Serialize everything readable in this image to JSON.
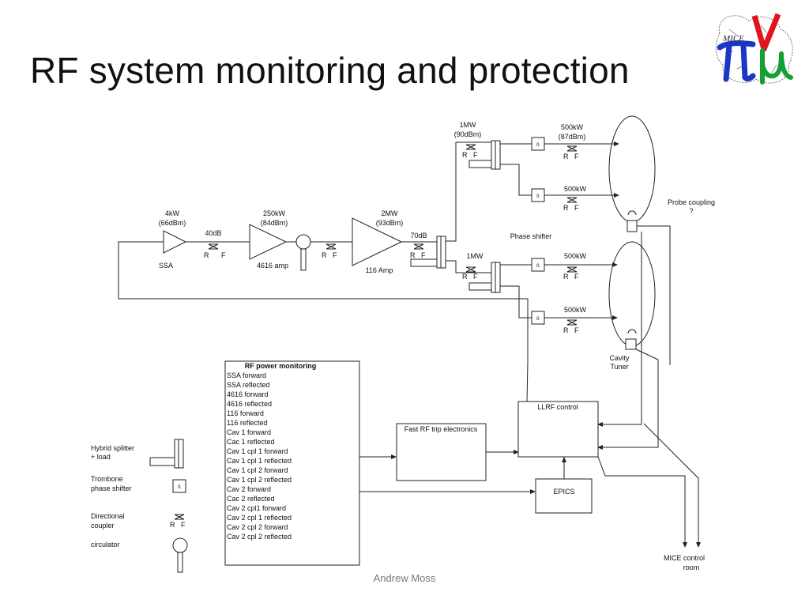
{
  "title": "RF system monitoring and protection",
  "footer": "Andrew Moss",
  "logo": {
    "text": "MICE",
    "colors": {
      "nu": "#e0141c",
      "mu": "#13a034",
      "pi": "#1a37c4"
    }
  },
  "diagram": {
    "chain": {
      "ssa_power": "4kW",
      "ssa_dbm": "(66dBm)",
      "ssa_label": "SSA",
      "atten1": "40dB",
      "amp4616_power": "250kW",
      "amp4616_dbm": "(84dBm)",
      "amp4616_label": "4616 amp",
      "amp116_power": "2MW",
      "amp116_dbm": "(93dBm)",
      "amp116_label": "116 Amp",
      "atten2": "70dB",
      "coupler_r": "R",
      "coupler_f": "F",
      "upper_branch_power": "1MW",
      "upper_branch_dbm": "(90dBm)",
      "lower_branch_power": "1MW",
      "cav1_top_power": "500kW",
      "cav1_top_dbm": "(87dBm)",
      "cav1_bottom_power": "500kW",
      "cav2_top_power": "500kW",
      "cav2_bottom_power": "500kW",
      "phase_shifter": "Phase shifter",
      "probe_coupling": "Probe coupling",
      "probe_q": "?",
      "cavity_tuner_1": "Cavity",
      "cavity_tuner_2": "Tuner"
    },
    "monitoring": {
      "title": "RF power monitoring",
      "items": [
        "SSA forward",
        "SSA reflected",
        "4616 forward",
        "4616 reflected",
        "116 forward",
        "116 reflected",
        "Cav 1 forward",
        "Cac 1 reflected",
        "Cav 1 cpl 1 forward",
        "Cav 1 cpl 1 reflected",
        "Cav 1 cpl 2 forward",
        "Cav 1 cpl 2 reflected",
        "Cav 2 forward",
        "Cac 2 reflected",
        "Cav 2 cpl1 forward",
        "Cav 2 cpl 1 reflected",
        "Cav 2 cpl 2 forward",
        "Cav 2 cpl 2 reflected"
      ]
    },
    "boxes": {
      "fast_trip": "Fast RF trip electronics",
      "llrf": "LLRF control",
      "epics": "EPICS",
      "mice_room_1": "MICE control",
      "mice_room_2": "room"
    },
    "legend": {
      "hybrid_1": "Hybrid splitter",
      "hybrid_2": "+ load",
      "trombone_1": "Trombone",
      "trombone_2": "phase shifter",
      "coupler_1": "Directional",
      "coupler_2": "coupler",
      "circulator": "circulator"
    }
  }
}
